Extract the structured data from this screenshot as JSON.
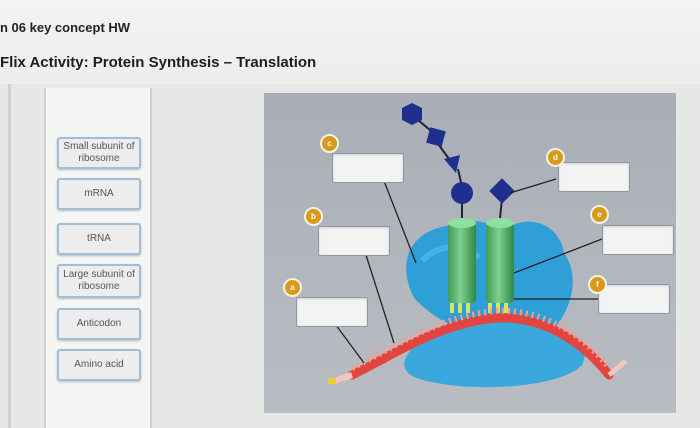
{
  "header": {
    "chapter_title": "n 06 key concept HW",
    "activity_title": "Flix Activity: Protein Synthesis – Translation"
  },
  "labels": [
    "Small subunit of ribosome",
    "mRNA",
    "tRNA",
    "Large subunit of ribosome",
    "Anticodon",
    "Amino acid"
  ],
  "markers": {
    "a": "a",
    "b": "b",
    "c": "c",
    "d": "d",
    "e": "e",
    "f": "f"
  },
  "colors": {
    "badge": "#d99a1a",
    "ribosome": "#2f9fd8",
    "trna": "#4fb36a",
    "mrna": "#e2453e",
    "amino_acid": "#1f2f8f",
    "diagram_bg": "#aeb3ba",
    "chip_border": "#9fbfd9"
  }
}
